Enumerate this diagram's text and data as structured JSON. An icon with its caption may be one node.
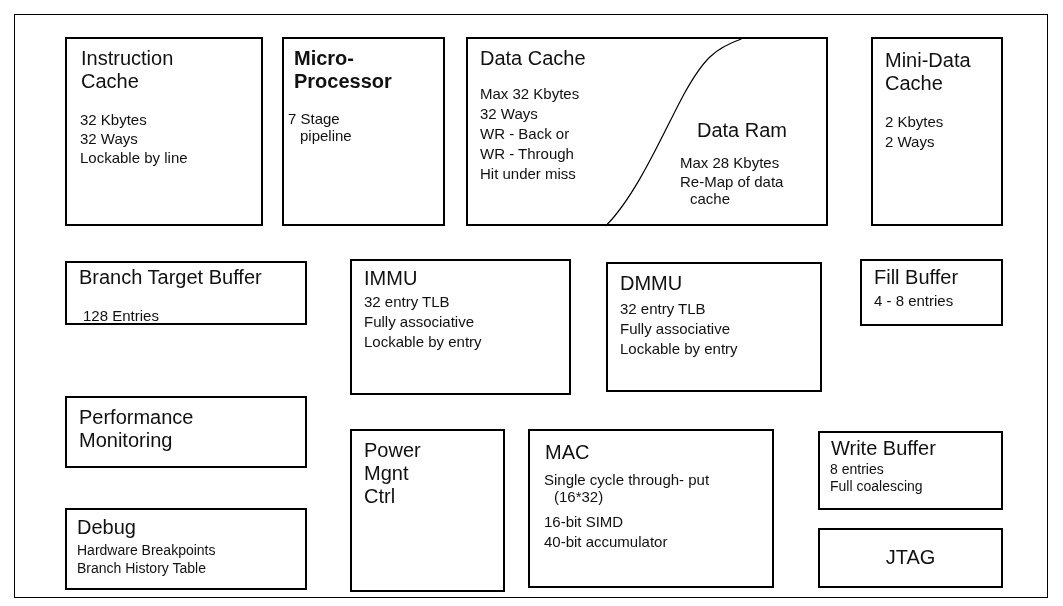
{
  "diagram": {
    "nodes": [
      {
        "text": [
          "Instruction Cache",
          "32 Kbytes",
          "32 Ways",
          "Lockable by line"
        ]
      },
      {
        "text": [
          "Micro- Processor",
          "7 Stage pipeline"
        ]
      },
      {
        "text": [
          "Data Cache",
          "Max 32 Kbytes",
          "32 Ways",
          "WR - Back or",
          "WR - Through",
          "Hit under miss",
          "Data Ram",
          "Max 28 Kbytes",
          "Re-Map of data cache"
        ]
      },
      {
        "text": [
          "Mini-Data Cache",
          "2 Kbytes",
          "2 Ways"
        ]
      },
      {
        "text": [
          "Branch Target Buffer",
          "128 Entries"
        ]
      },
      {
        "text": [
          "IMMU",
          "32 entry TLB",
          "Fully associative",
          "Lockable by entry"
        ]
      },
      {
        "text": [
          "DMMU",
          "32 entry TLB",
          "Fully associative",
          "Lockable by entry"
        ]
      },
      {
        "text": [
          "Fill Buffer",
          "4 - 8 entries"
        ]
      },
      {
        "text": [
          "Performance Monitoring"
        ]
      },
      {
        "text": [
          "Power Mgnt Ctrl"
        ]
      },
      {
        "text": [
          "MAC",
          "Single cycle through- put (16*32)",
          "16-bit SIMD",
          "40-bit accumulator"
        ]
      },
      {
        "text": [
          "Write Buffer",
          "8 entries",
          "Full coalescing"
        ]
      },
      {
        "text": [
          "Debug",
          "Hardware Breakpoints",
          "Branch History Table"
        ]
      },
      {
        "text": [
          "JTAG"
        ]
      }
    ]
  }
}
